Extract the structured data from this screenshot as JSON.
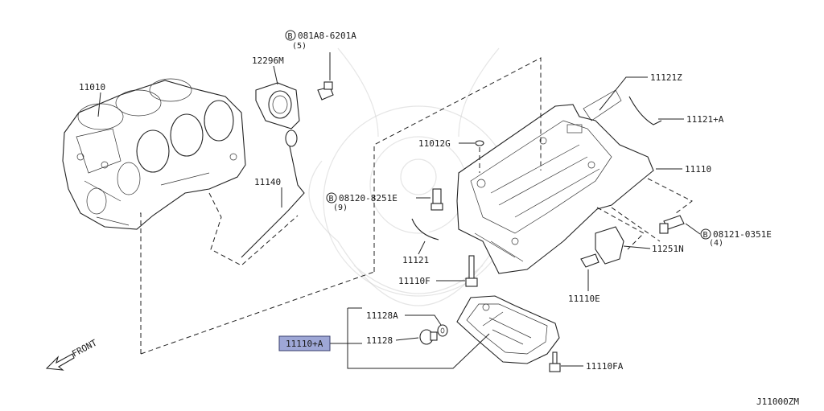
{
  "diagram_code": "J11000ZM",
  "front_label": "FRONT",
  "bolt_prefix": "B",
  "colors": {
    "highlight": "#9ea7d6",
    "line": "#222222",
    "background": "#ffffff"
  },
  "parts": {
    "p11010": "11010",
    "p12296M": "12296M",
    "p081A8": "081A8-6201A",
    "p081A8_qty": "(5)",
    "p11140": "11140",
    "p11012G": "11012G",
    "p08120": "08120-8251E",
    "p08120_qty": "(9)",
    "p11121Z": "11121Z",
    "p11121A": "11121+A",
    "p11110": "11110",
    "p08121": "08121-0351E",
    "p08121_qty": "(4)",
    "p11251N": "11251N",
    "p11121": "11121",
    "p11110F": "11110F",
    "p11110E": "11110E",
    "p11128A": "11128A",
    "p11110A": "11110+A",
    "p11128": "11128",
    "p11110FA": "11110FA"
  }
}
